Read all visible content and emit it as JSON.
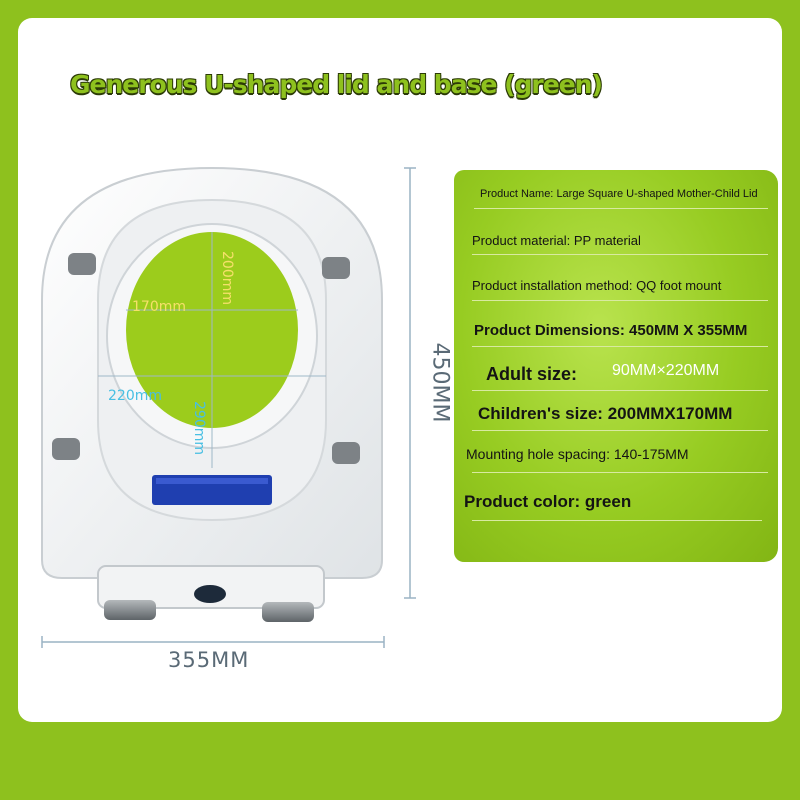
{
  "headline": "Generous U-shaped lid and base (green)",
  "dimensions": {
    "height_label": "450MM",
    "width_label": "355MM",
    "inner_width": "170mm",
    "inner_height": "200mm",
    "outer_width": "220mm",
    "outer_height": "290mm"
  },
  "specs": [
    {
      "label": "Product Name:",
      "value": "Large Square U-shaped Mother-Child Lid"
    },
    {
      "label": "Product material:",
      "value": "PP material"
    },
    {
      "label": "Product installation method:",
      "value": "QQ foot mount"
    },
    {
      "label": "Product Dimensions:",
      "value": "450MM X 355MM"
    },
    {
      "label": "Adult size:",
      "value": "90MM×220MM"
    },
    {
      "label": "Children's size:",
      "value": "200MMX170MM"
    },
    {
      "label": "Mounting hole spacing:",
      "value": "140-175MM"
    },
    {
      "label": "Product color:",
      "value": "green"
    }
  ],
  "colors": {
    "background": "#8ec11e",
    "inner_seat": "#9ccc1c",
    "hinge_cover": "#1f3fb0"
  }
}
